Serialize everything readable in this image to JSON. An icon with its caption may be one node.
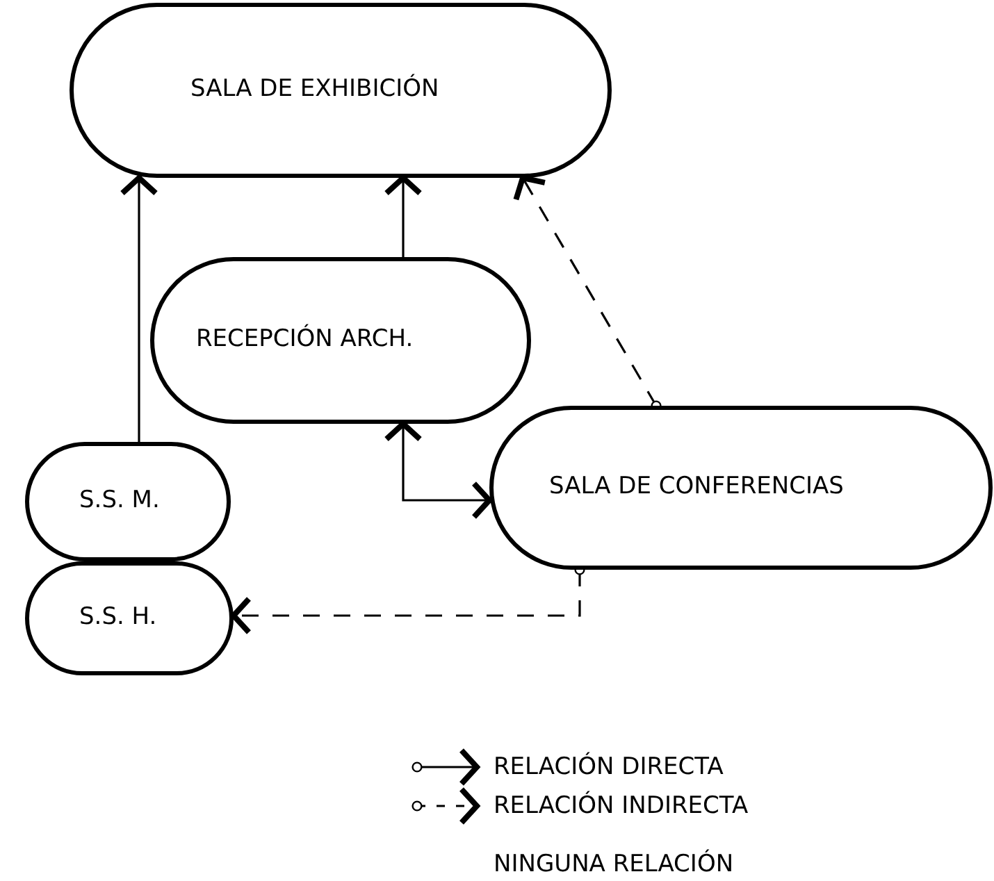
{
  "diagram": {
    "nodes": [
      {
        "text": [
          "SALA DE EXHIBICIÓN"
        ]
      },
      {
        "text": [
          "RECEPCIÓN ARCH."
        ]
      },
      {
        "text": [
          "SALA DE CONFERENCIAS"
        ]
      },
      {
        "text": [
          "S.S. M."
        ]
      },
      {
        "text": [
          "S.S. H."
        ]
      }
    ],
    "edges": [
      {
        "from": 3,
        "to": 0,
        "arrow": "to"
      },
      {
        "from": 1,
        "to": 0,
        "arrow": "to"
      },
      {
        "from": 1,
        "to": 2,
        "arrow": "both"
      },
      {
        "from": 2,
        "to": 0,
        "arrow": "to",
        "style": "dashed"
      },
      {
        "from": 2,
        "to": 4,
        "arrow": "to",
        "style": "dashed"
      }
    ],
    "legend": [
      {
        "text": "RELACIÓN DIRECTA"
      },
      {
        "text": "RELACIÓN INDIRECTA"
      },
      {
        "text": "NINGUNA RELACIÓN"
      }
    ]
  }
}
